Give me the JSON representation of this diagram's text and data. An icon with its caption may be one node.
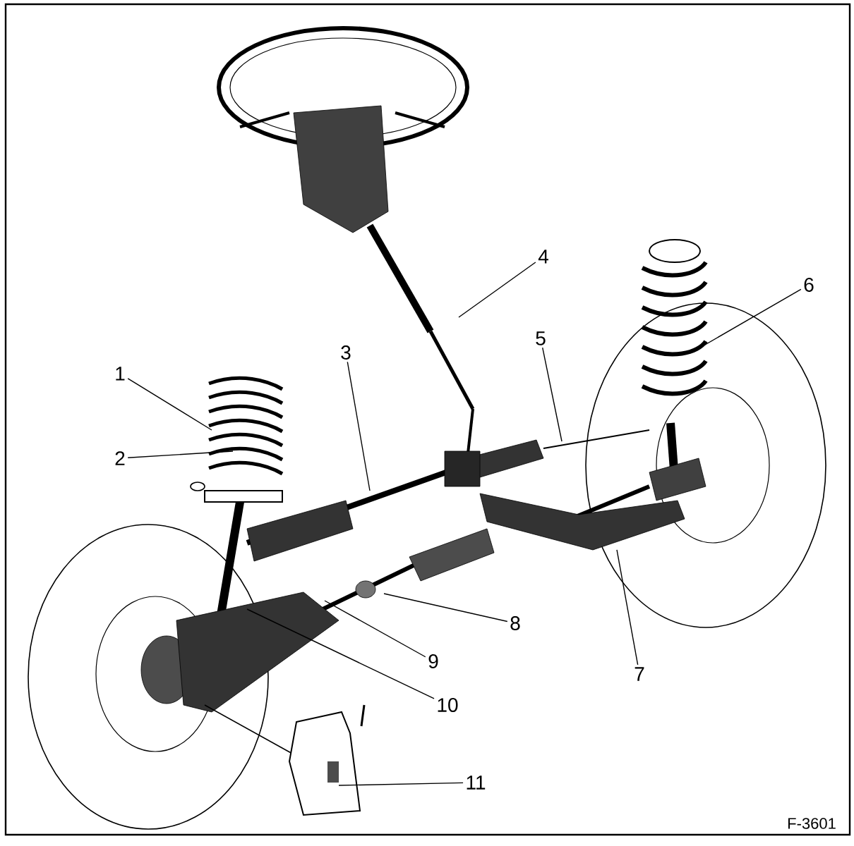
{
  "diagram": {
    "nodes": [
      {
        "text": [
          "1"
        ]
      },
      {
        "text": [
          "2"
        ]
      },
      {
        "text": [
          "3"
        ]
      },
      {
        "text": [
          "4"
        ]
      },
      {
        "text": [
          "5"
        ]
      },
      {
        "text": [
          "6"
        ]
      },
      {
        "text": [
          "7"
        ]
      },
      {
        "text": [
          "8"
        ]
      },
      {
        "text": [
          "9"
        ]
      },
      {
        "text": [
          "10"
        ]
      },
      {
        "text": [
          "11"
        ]
      }
    ],
    "edges": [
      {
        "from": 0,
        "to": null,
        "arrow": "none"
      },
      {
        "from": 1,
        "to": null,
        "arrow": "none"
      },
      {
        "from": 2,
        "to": null,
        "arrow": "none"
      },
      {
        "from": 3,
        "to": null,
        "arrow": "none"
      },
      {
        "from": 4,
        "to": null,
        "arrow": "none"
      },
      {
        "from": 5,
        "to": null,
        "arrow": "none"
      },
      {
        "from": 6,
        "to": null,
        "arrow": "none"
      },
      {
        "from": 7,
        "to": null,
        "arrow": "none"
      },
      {
        "from": 8,
        "to": null,
        "arrow": "none"
      },
      {
        "from": 9,
        "to": null,
        "arrow": "none"
      },
      {
        "from": 10,
        "to": null,
        "arrow": "none"
      }
    ],
    "labels": [
      "F-3601"
    ]
  }
}
